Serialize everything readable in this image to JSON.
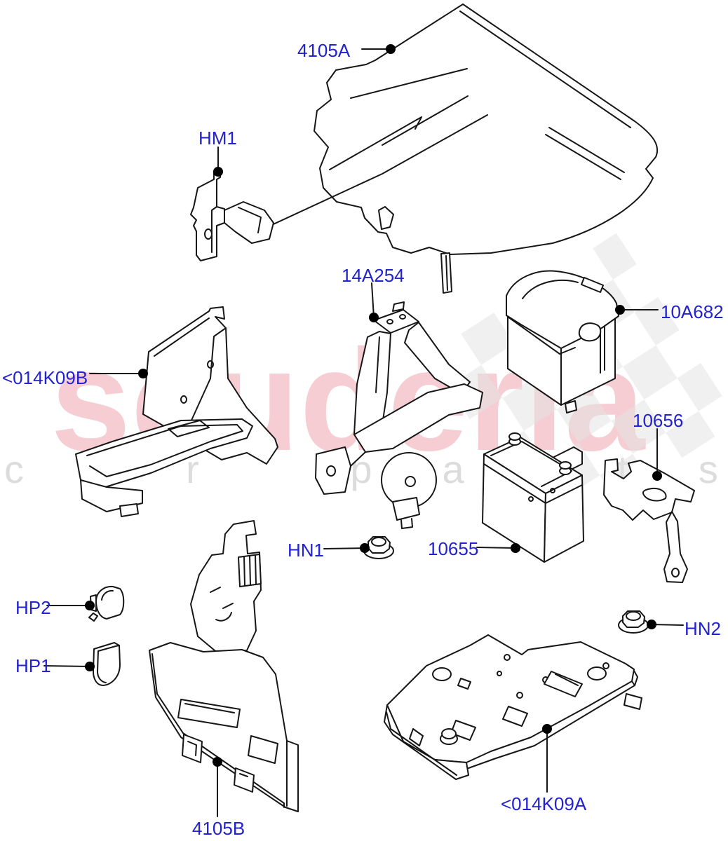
{
  "watermark": {
    "brand": "scuderia",
    "tagline": "car parts",
    "brand_color": "#f5cdd3",
    "tagline_color": "#dcdcdc",
    "checker_color": "#e3e3e3"
  },
  "colors": {
    "label_blue": "#2222cf",
    "line_black": "#161616",
    "background": "#ffffff"
  },
  "labels": {
    "4105A": "4105A",
    "HM1": "HM1",
    "14A254": "14A254",
    "10A682": "10A682",
    "014K09B": "<014K09B",
    "10656": "10656",
    "HN1": "HN1",
    "10655": "10655",
    "HP2": "HP2",
    "HP1": "HP1",
    "HN2": "HN2",
    "4105B": "4105B",
    "014K09A": "<014K09A"
  }
}
